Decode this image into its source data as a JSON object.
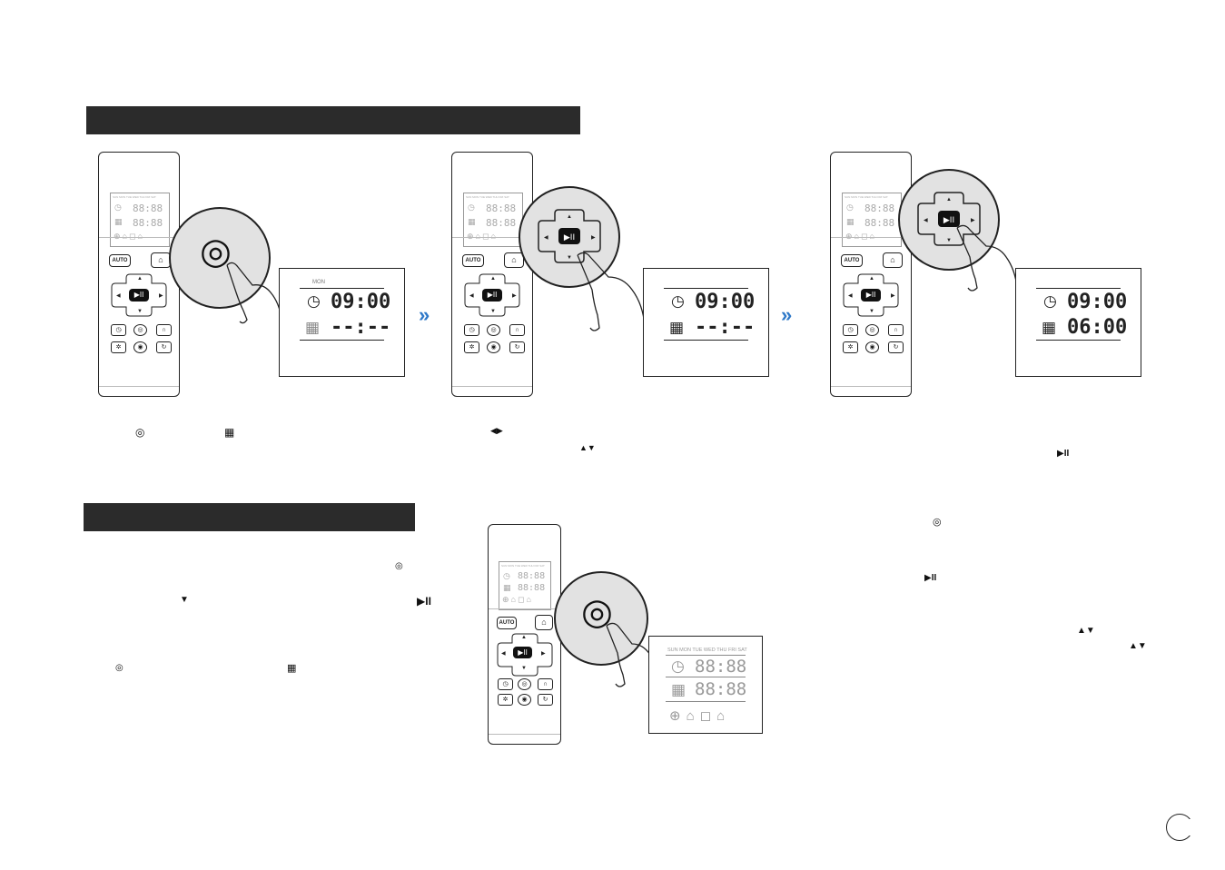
{
  "remote": {
    "auto_label": "AUTO",
    "lcd_days": "SUN MON TUE WED THU FRI SAT",
    "lcd_seg": "88:88",
    "play_glyph": "▶II"
  },
  "panel1": {
    "display_day": "MON",
    "time_value": "09:00",
    "schedule_value": "--:--"
  },
  "panel2": {
    "time_value": "09:00",
    "schedule_value": "--:--"
  },
  "panel3": {
    "time_value": "09:00",
    "schedule_value": "06:00"
  },
  "panel4": {
    "display_days": "SUN MON TUE WED THU FRI SAT",
    "time_value": "88:88",
    "schedule_value": "88:88"
  },
  "icons": {
    "arrows_lr": "◀▶",
    "arrows_ud": "▲▼",
    "arrow_down": "▼",
    "play_pause": "▶II",
    "next_chevron": "»"
  },
  "colors": {
    "banner": "#2b2b2b",
    "accent_arrow": "#2e78c8"
  }
}
